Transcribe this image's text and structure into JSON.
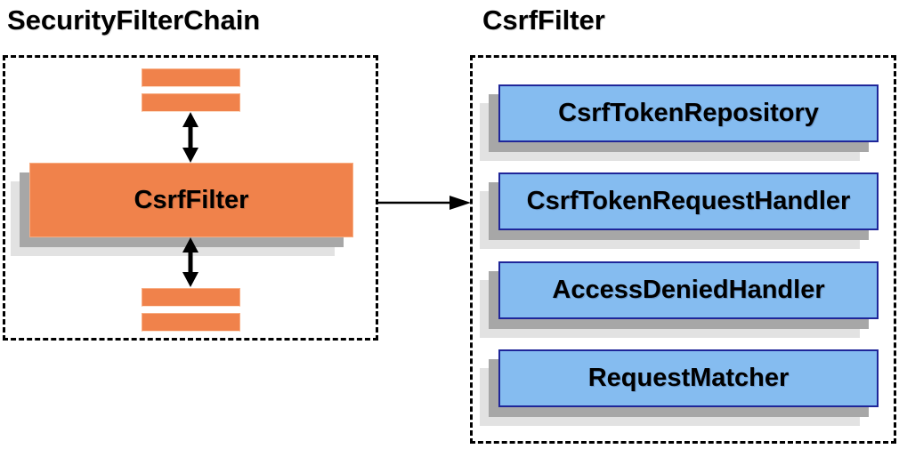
{
  "left_panel": {
    "title": "SecurityFilterChain",
    "filter_box_label": "CsrfFilter"
  },
  "right_panel": {
    "title": "CsrfFilter",
    "components": [
      "CsrfTokenRepository",
      "CsrfTokenRequestHandler",
      "AccessDeniedHandler",
      "RequestMatcher"
    ]
  },
  "colors": {
    "orange_fill": "#F0824B",
    "orange_edge": "#F8AC81",
    "blue_fill": "#85BCF0",
    "blue_border": "#1F2699",
    "shadow_dark": "#A7A7A7",
    "shadow_light": "#E2E2E2",
    "arrow": "#000000"
  }
}
